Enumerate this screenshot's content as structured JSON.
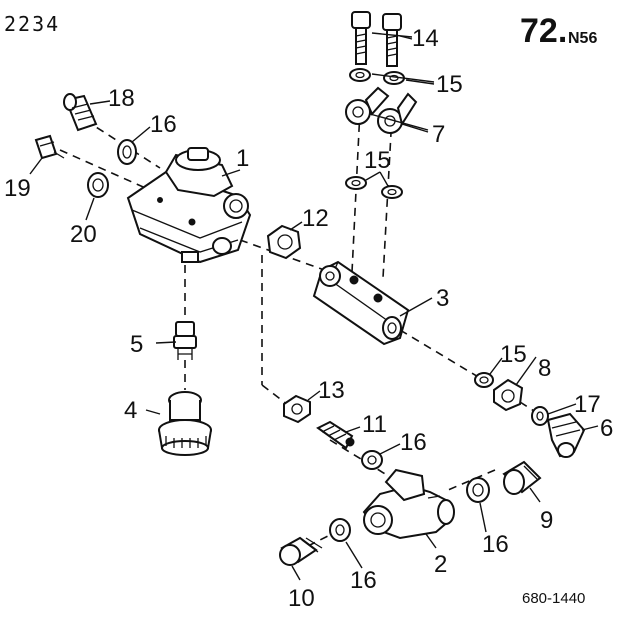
{
  "header": {
    "page_code": "2234",
    "ref_number": "72.",
    "ref_suffix": "N56"
  },
  "footer": {
    "drawing_number": "680-1440"
  },
  "callouts": {
    "c1": "1",
    "c2": "2",
    "c3": "3",
    "c4": "4",
    "c5": "5",
    "c6": "6",
    "c7": "7",
    "c8": "8",
    "c9": "9",
    "c10": "10",
    "c11": "11",
    "c12": "12",
    "c13": "13",
    "c14": "14",
    "c15a": "15",
    "c15b": "15",
    "c15c": "15",
    "c16a": "16",
    "c16b": "16",
    "c16c": "16",
    "c16d": "16",
    "c17": "17",
    "c18": "18",
    "c19": "19",
    "c20": "20"
  }
}
